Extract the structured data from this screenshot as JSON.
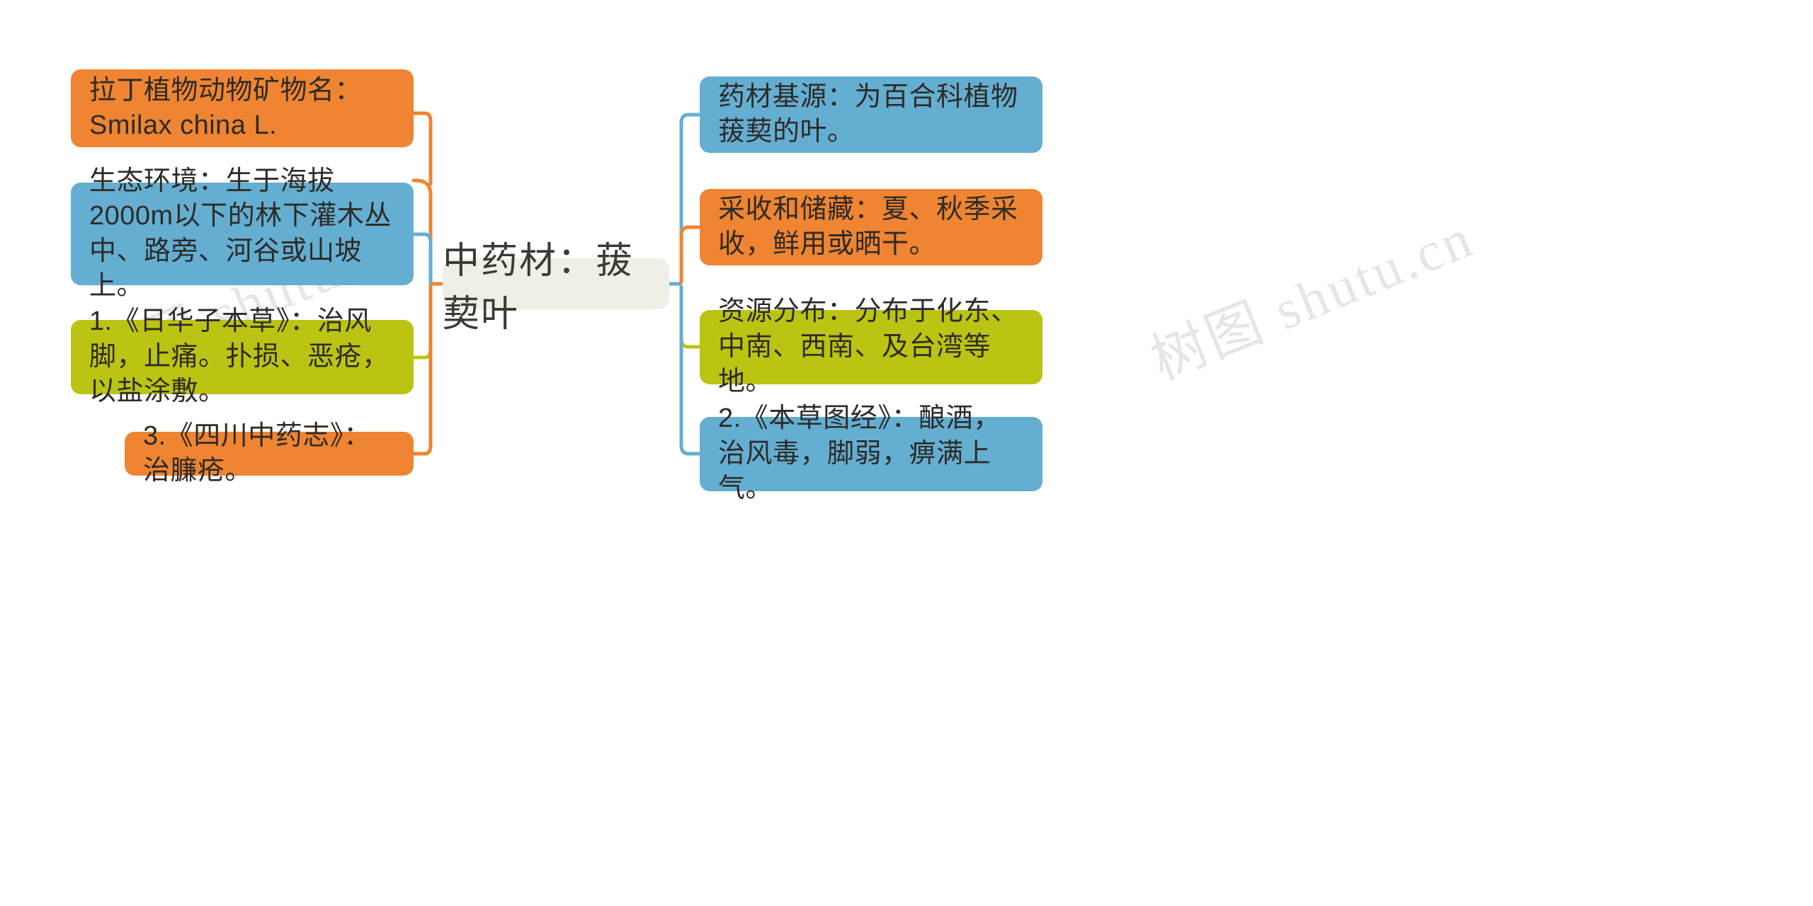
{
  "diagram": {
    "type": "mind-map",
    "center": {
      "label": "中药材：菝葜叶"
    },
    "watermark": {
      "text": "树图 shutu.cn"
    },
    "colors": {
      "orange": "#ef8432",
      "blue": "#64aed1",
      "green": "#bbc413",
      "center_bg": "#efefe5",
      "text": "#2e2b27",
      "page_bg": "#ffffff"
    },
    "left_branches": [
      {
        "id": "l1",
        "color": "orange",
        "label": "拉丁植物动物矿物名：Smilax china L."
      },
      {
        "id": "l2",
        "color": "blue",
        "label": "生态环境：生于海拔2000m以下的林下灌木丛中、路旁、河谷或山坡上。"
      },
      {
        "id": "l3",
        "color": "green",
        "label": "1.《日华子本草》：治风脚，止痛。扑损、恶疮，以盐涂敷。"
      },
      {
        "id": "l4",
        "color": "orange",
        "label": "3.《四川中药志》：治臁疮。"
      }
    ],
    "right_branches": [
      {
        "id": "r1",
        "color": "blue",
        "label": "药材基源：为百合科植物菝葜的叶。"
      },
      {
        "id": "r2",
        "color": "orange",
        "label": "采收和储藏：夏、秋季采收，鲜用或晒干。"
      },
      {
        "id": "r3",
        "color": "green",
        "label": "资源分布：分布于化东、中南、西南、及台湾等地。"
      },
      {
        "id": "r4",
        "color": "blue",
        "label": "2.《本草图经》：酿酒，治风毒，脚弱，痹满上气。"
      }
    ]
  }
}
